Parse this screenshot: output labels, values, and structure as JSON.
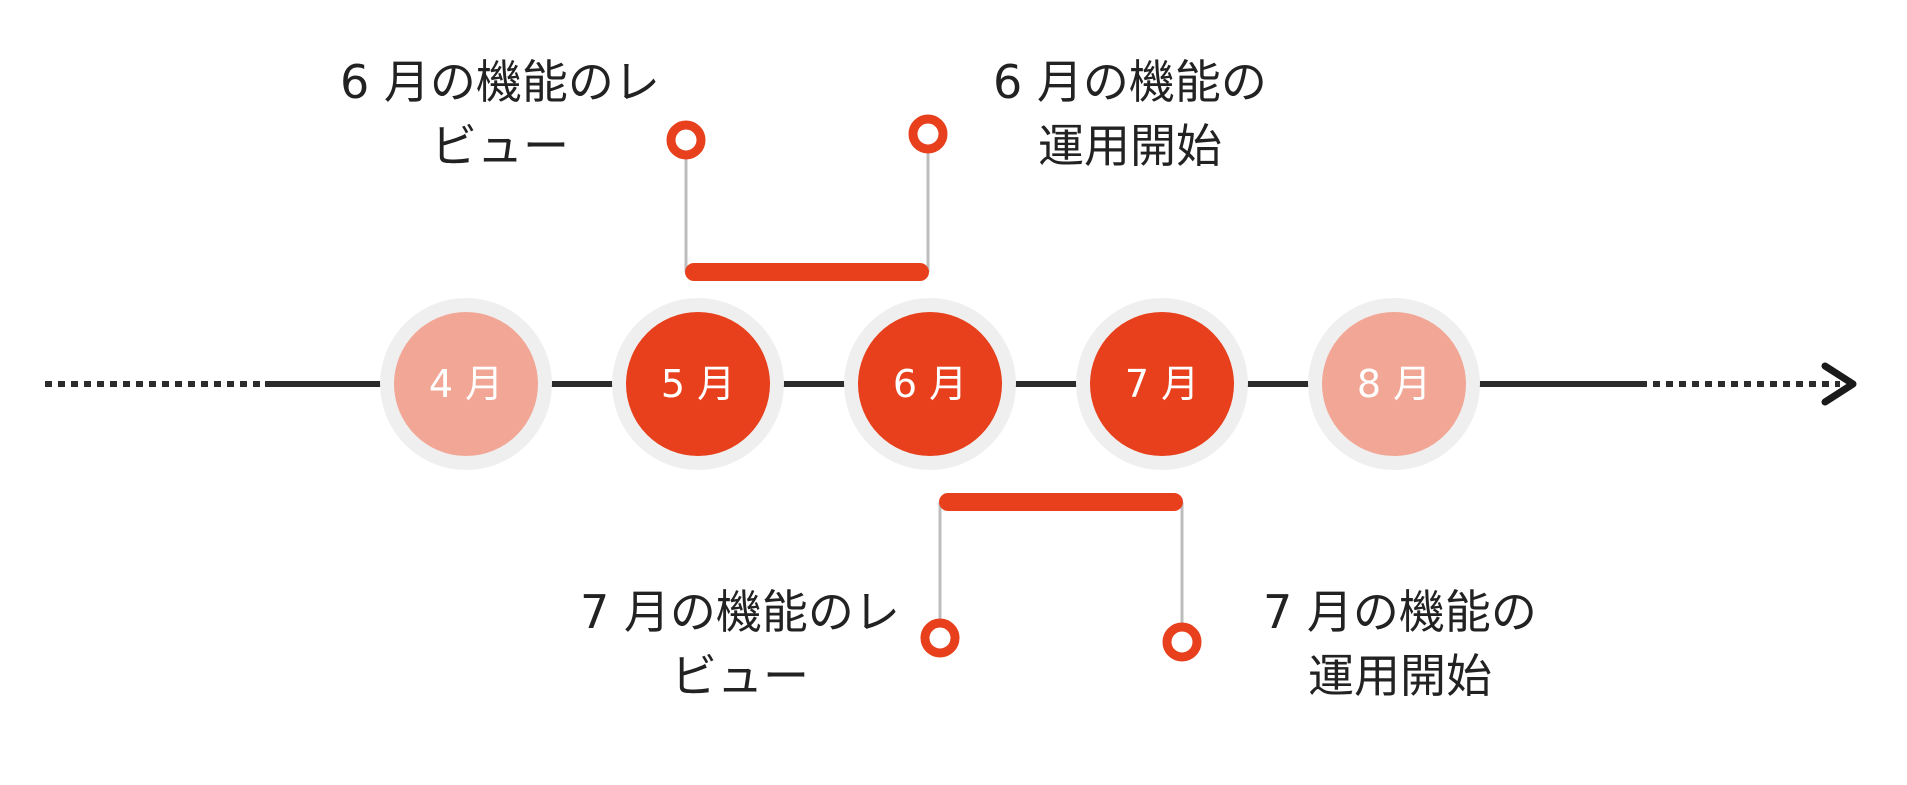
{
  "colors": {
    "accent": "#e8401c",
    "accent_light": "#f2a796",
    "axis": "#2b2b2b",
    "connector": "#bdbdbd",
    "ring": "#efefef",
    "month_text": "#ffffff"
  },
  "timeline": {
    "months": [
      {
        "label": "4 月",
        "style": "light"
      },
      {
        "label": "5 月",
        "style": "accent"
      },
      {
        "label": "6 月",
        "style": "accent"
      },
      {
        "label": "7 月",
        "style": "accent"
      },
      {
        "label": "8 月",
        "style": "light"
      }
    ]
  },
  "annotations": {
    "top": {
      "left": {
        "lines": [
          "6 月の機能のレ",
          "ビュー"
        ]
      },
      "right": {
        "lines": [
          "6 月の機能の",
          "運用開始"
        ]
      }
    },
    "bottom": {
      "left": {
        "lines": [
          "7 月の機能のレ",
          "ビュー"
        ]
      },
      "right": {
        "lines": [
          "7 月の機能の",
          "運用開始"
        ]
      }
    }
  }
}
